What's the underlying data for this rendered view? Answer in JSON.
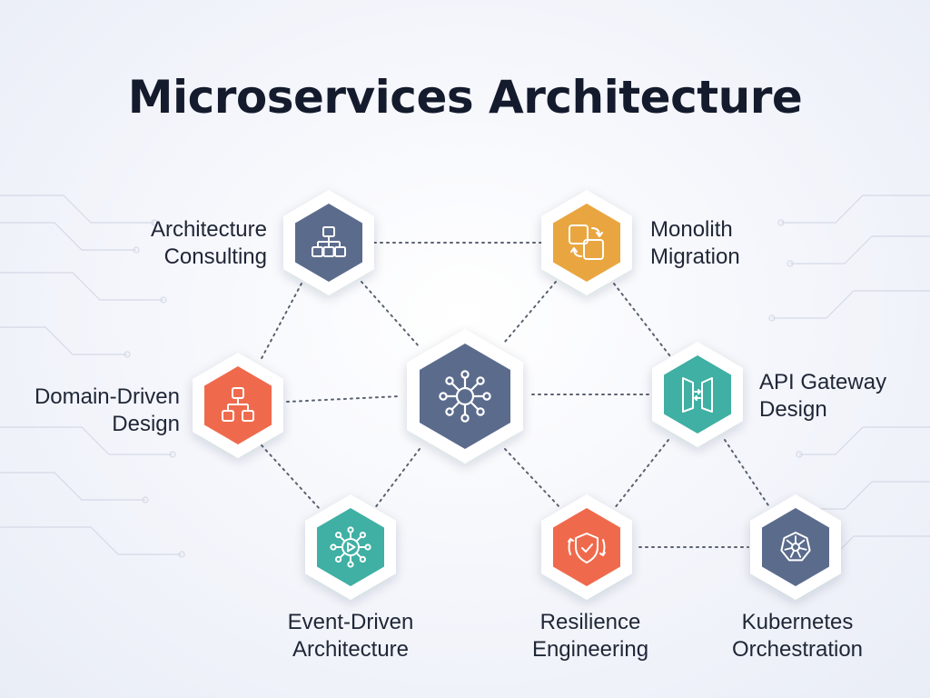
{
  "title": "Microservices Architecture",
  "colors": {
    "slate": "#5b6b8c",
    "orange": "#e9a640",
    "coral": "#ef6a4c",
    "teal": "#3fb0a3",
    "line": "#5a6170"
  },
  "nodes": [
    {
      "id": "center",
      "color": "slate",
      "icon": "network-hub-icon",
      "label": []
    },
    {
      "id": "architecture-consulting",
      "color": "slate",
      "icon": "org-chart-icon",
      "label": [
        "Architecture",
        "Consulting"
      ]
    },
    {
      "id": "monolith-migration",
      "color": "orange",
      "icon": "migrate-squares-icon",
      "label": [
        "Monolith",
        "Migration"
      ]
    },
    {
      "id": "domain-driven-design",
      "color": "coral",
      "icon": "hierarchy-icon",
      "label": [
        "Domain-Driven",
        "Design"
      ]
    },
    {
      "id": "api-gateway-design",
      "color": "teal",
      "icon": "gateway-icon",
      "label": [
        "API Gateway",
        "Design"
      ]
    },
    {
      "id": "event-driven-architecture",
      "color": "teal",
      "icon": "event-play-icon",
      "label": [
        "Event-Driven",
        "Architecture"
      ]
    },
    {
      "id": "resilience-engineering",
      "color": "coral",
      "icon": "shield-check-icon",
      "label": [
        "Resilience",
        "Engineering"
      ]
    },
    {
      "id": "kubernetes-orchestration",
      "color": "slate",
      "icon": "kubernetes-helm-icon",
      "label": [
        "Kubernetes",
        "Orchestration"
      ]
    }
  ]
}
